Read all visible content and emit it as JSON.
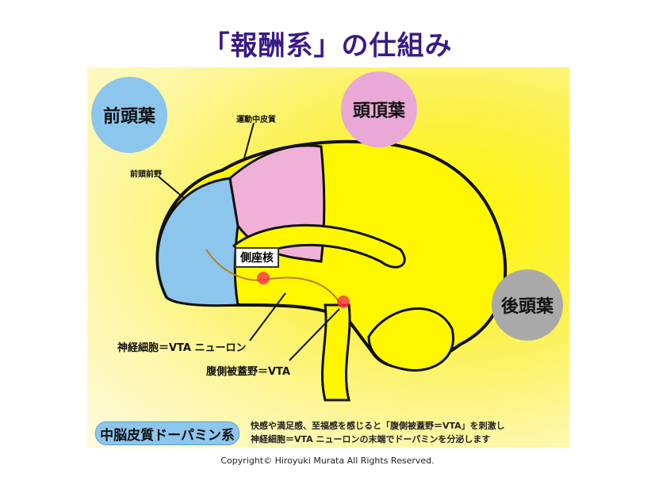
{
  "title": "「報酬系」の仕組み",
  "regions": {
    "frontal": "前頭葉",
    "parietal": "頭頂葉",
    "occipital": "後頭葉"
  },
  "labels": {
    "motor": "運動中皮質",
    "prefrontal": "前頭前野",
    "nucleus": "側座核",
    "neuron": "神経細胞＝VTA ニューロン",
    "vta": "腹側被蓋野＝VTA"
  },
  "pathway": {
    "name": "中脳皮質ドーパミン系",
    "line1": "快感や満足感、至福感を感じると「腹側被蓋野＝VTA」を刺激し",
    "line2": "神経細胞＝VTA ニューロンの末端でドーパミンを分泌します"
  },
  "copyright": "Copyright© Hiroyuki Murata All Rights Reserved.",
  "colors": {
    "title": "#3a1a86",
    "frontal": "#8cc6ec",
    "parietal": "#e9a8d6",
    "occipital": "#a9a9a9",
    "background": "#fff700"
  }
}
